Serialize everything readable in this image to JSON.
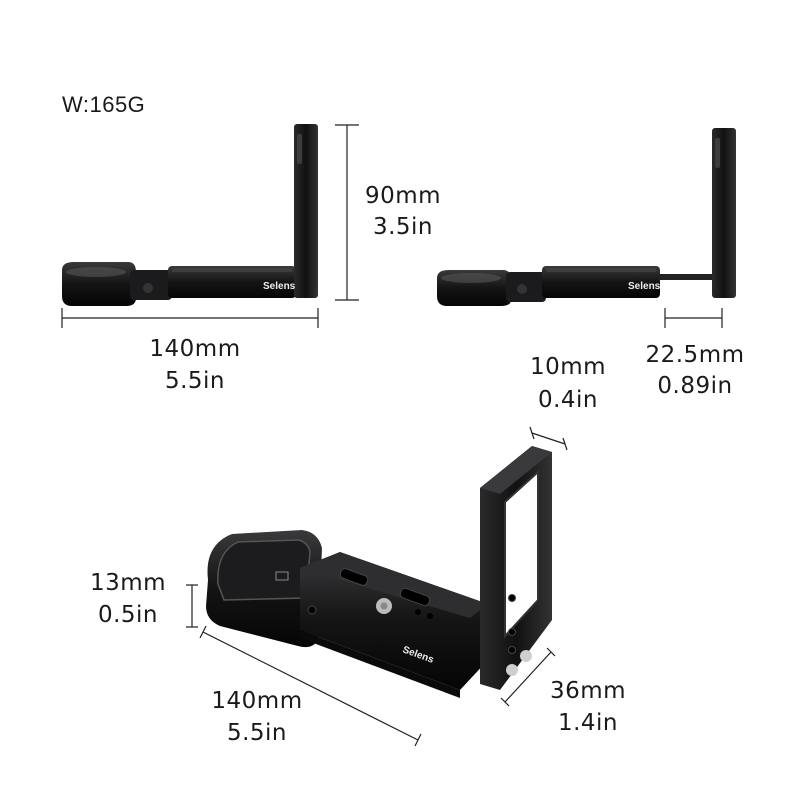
{
  "weight": "W:165G",
  "views": {
    "side_left": {
      "height_mm": "90mm",
      "height_in": "3.5in",
      "width_mm": "140mm",
      "width_in": "5.5in",
      "brand": "Selens"
    },
    "side_right": {
      "extension_mm": "22.5mm",
      "extension_in": "0.89in",
      "brand": "Selens"
    },
    "perspective": {
      "thickness_mm": "10mm",
      "thickness_in": "0.4in",
      "base_height_mm": "13mm",
      "base_height_in": "0.5in",
      "length_mm": "140mm",
      "length_in": "5.5in",
      "depth_mm": "36mm",
      "depth_in": "1.4in",
      "brand": "Selens"
    }
  }
}
